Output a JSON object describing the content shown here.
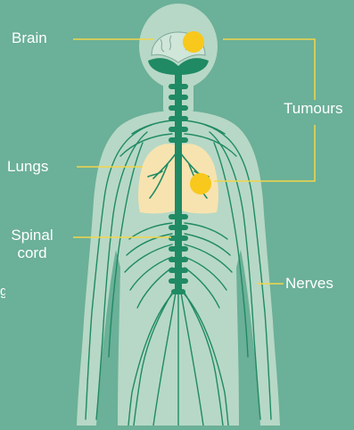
{
  "labels": {
    "brain": "Brain",
    "tumours": "Tumours",
    "lungs": "Lungs",
    "spinal_cord": "Spinal cord",
    "spinal_line1": "Spinal",
    "spinal_line2": "cord",
    "nerves": "Nerves",
    "stray_fragment": "g"
  },
  "colors": {
    "background": "#6bb098",
    "body": "#b7d8c6",
    "nerve": "#1f8a64",
    "lungs": "#f7e3b0",
    "tumour": "#f8c81c",
    "leader_line": "#f2d64a",
    "text": "#ffffff"
  },
  "icons": [
    "brain-icon",
    "tumour-marker",
    "lungs-icon",
    "spinal-cord-icon",
    "nerve-network"
  ]
}
